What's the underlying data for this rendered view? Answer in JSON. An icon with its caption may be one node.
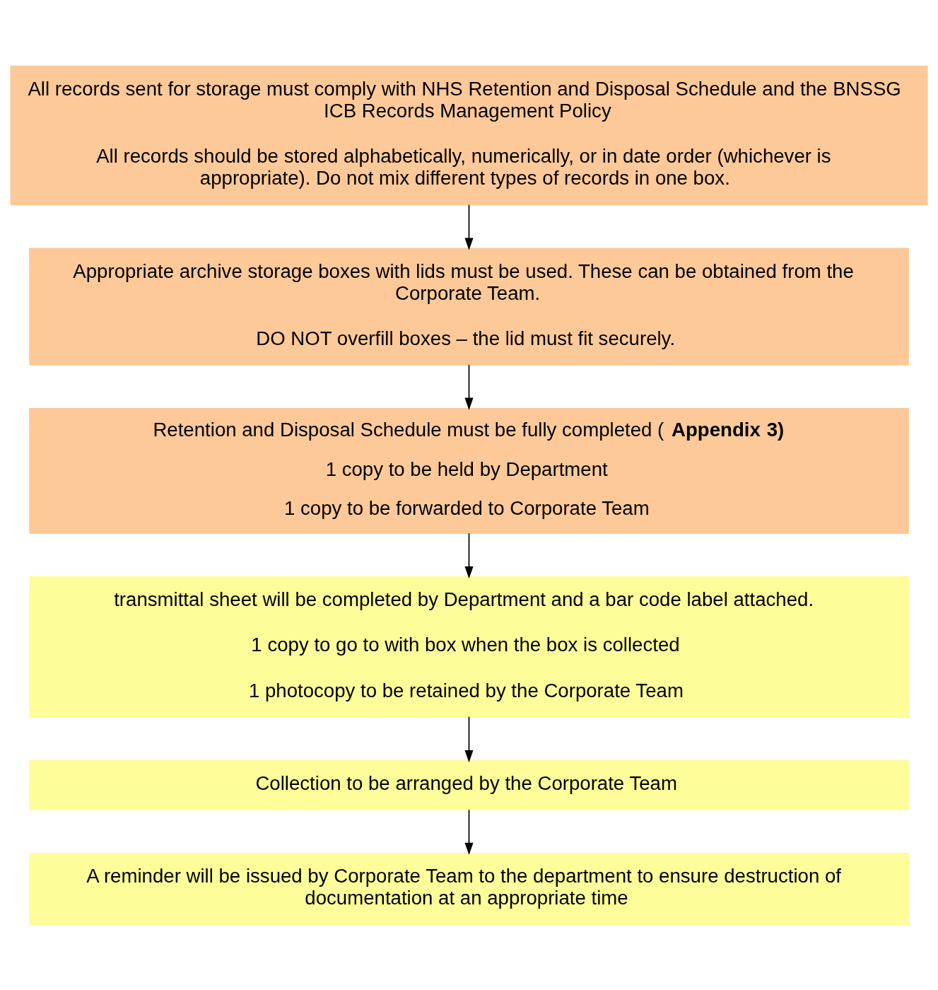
{
  "diagram": {
    "nodes": [
      {
        "text": [
          "All records sent for storage must comply with NHS Retention and Disposal Schedule and the BNSSG ICB Records Management Policy",
          "All records should be stored alphabetically, numerically, or in date order (whichever is appropriate). Do not mix different types of records in one box."
        ]
      },
      {
        "text": [
          "Appropriate archive storage boxes with lids must be used.  These can be obtained from the Corporate Team.",
          "DO NOT overfill boxes – the lid must fit securely."
        ]
      },
      {
        "text": [
          "Retention and Disposal Schedule must be fully completed (**Appendix 3)**",
          "1 copy to be held by Department",
          "1 copy to be forwarded to Corporate Team"
        ]
      },
      {
        "text": [
          "transmittal sheet will be completed by Department and a bar code label attached.",
          "1 copy to go to with box when the box is collected",
          "1 photocopy to be retained by the Corporate Team"
        ]
      },
      {
        "text": [
          "Collection to be arranged by the Corporate Team"
        ]
      },
      {
        "text": [
          "A reminder will be issued by Corporate Team to the department to ensure destruction of documentation at an appropriate time"
        ]
      }
    ],
    "edges": [
      {
        "from": 0,
        "to": 1,
        "arrow": "to"
      },
      {
        "from": 1,
        "to": 2,
        "arrow": "to"
      },
      {
        "from": 2,
        "to": 3,
        "arrow": "to"
      },
      {
        "from": 3,
        "to": 4,
        "arrow": "to"
      },
      {
        "from": 4,
        "to": 5,
        "arrow": "to"
      }
    ]
  }
}
